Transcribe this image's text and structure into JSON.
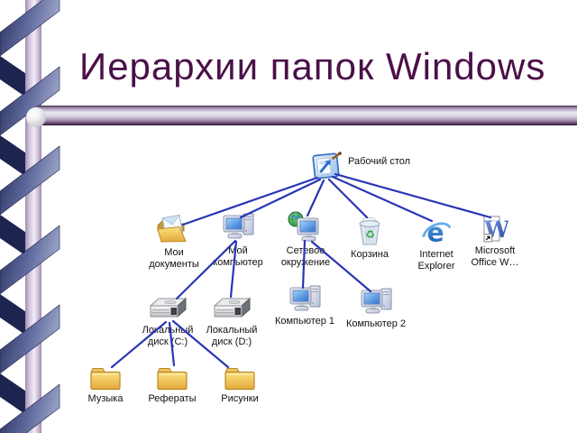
{
  "slide": {
    "title": "Иерархии папок Windows"
  },
  "nodes": {
    "desktop": {
      "label": "Рабочий стол",
      "icon": "desktop-icon"
    },
    "my_documents": {
      "label": "Мои документы",
      "icon": "open-folder-icon"
    },
    "my_computer": {
      "label": "Мой компьютер",
      "icon": "computer-icon"
    },
    "network": {
      "label": "Сетевое окружение",
      "icon": "network-icon"
    },
    "recycle_bin": {
      "label": "Корзина",
      "icon": "recycle-bin-icon"
    },
    "internet_explorer": {
      "label": "Internet Explorer",
      "icon": "internet-explorer-icon"
    },
    "word": {
      "label": "Microsoft Office W…",
      "icon": "word-icon"
    },
    "disk_c": {
      "label": "Локальный диск (C:)",
      "icon": "hard-disk-icon"
    },
    "disk_d": {
      "label": "Локальный диск (D:)",
      "icon": "hard-disk-icon"
    },
    "computer1": {
      "label": "Компьютер 1",
      "icon": "computer-icon"
    },
    "computer2": {
      "label": "Компьютер 2",
      "icon": "computer-icon"
    },
    "music": {
      "label": "Музыка",
      "icon": "folder-icon"
    },
    "referats": {
      "label": "Рефераты",
      "icon": "folder-icon"
    },
    "pictures": {
      "label": "Рисунки",
      "icon": "folder-icon"
    }
  },
  "hierarchy": [
    {
      "parent": "Рабочий стол",
      "children": [
        "Мои документы",
        "Мой компьютер",
        "Сетевое окружение",
        "Корзина",
        "Internet Explorer",
        "Microsoft Office W…"
      ]
    },
    {
      "parent": "Мой компьютер",
      "children": [
        "Локальный диск (C:)",
        "Локальный диск (D:)"
      ]
    },
    {
      "parent": "Сетевое окружение",
      "children": [
        "Компьютер 1",
        "Компьютер 2"
      ]
    },
    {
      "parent": "Локальный диск (C:)",
      "children": [
        "Музыка",
        "Рефераты",
        "Рисунки"
      ]
    }
  ],
  "colors": {
    "background": "#ffffff",
    "title": "#4b1048",
    "connector_line": "#2a35b5",
    "ribbon_dark": "#262d5a",
    "label_text": "#111111"
  }
}
